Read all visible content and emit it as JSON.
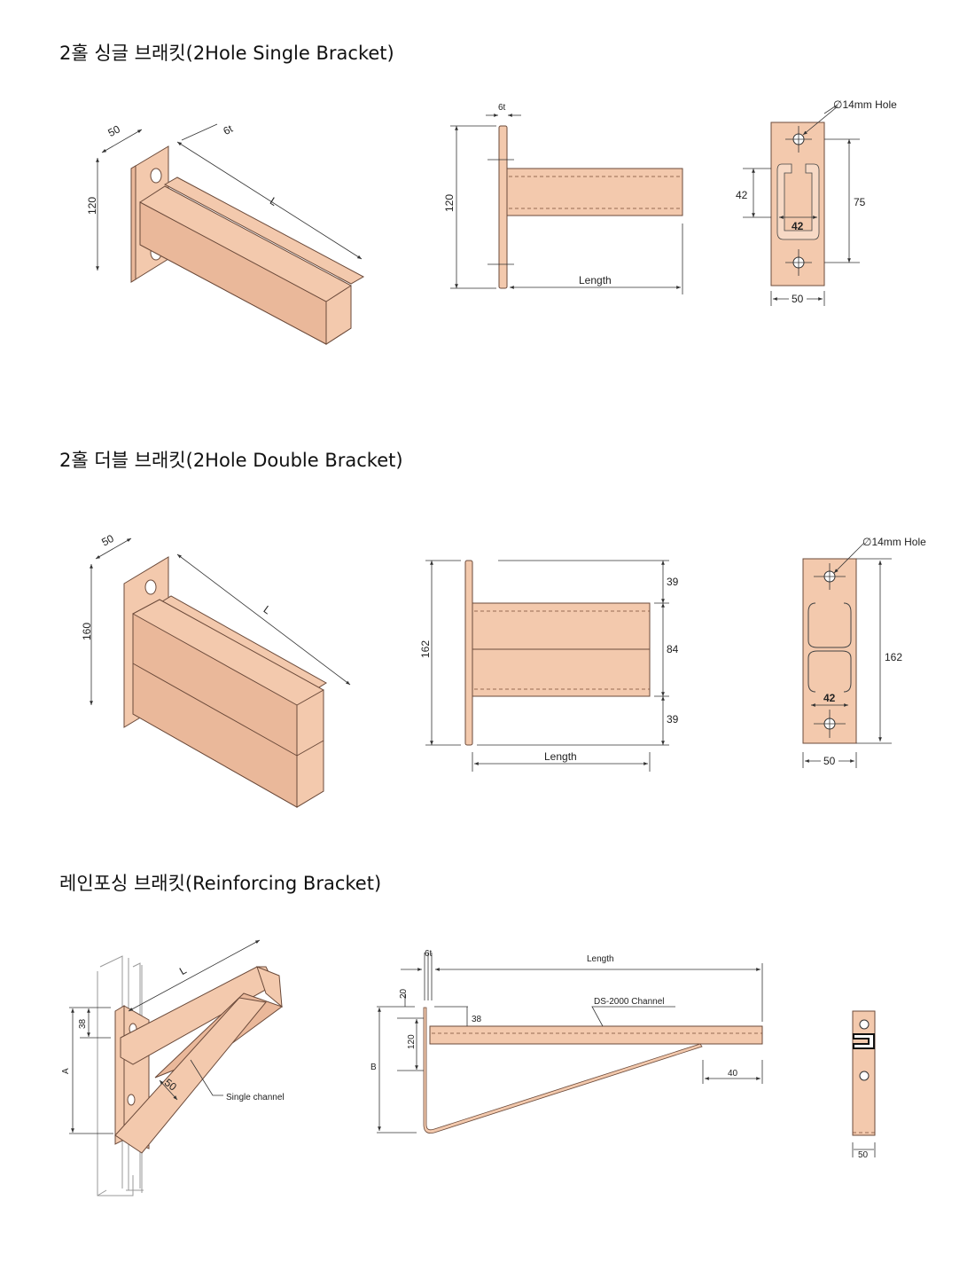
{
  "sections": [
    {
      "title": "2홀 싱글 브래킷(2Hole Single Bracket)",
      "iso": {
        "width": "50",
        "thickness": "6t",
        "height": "120",
        "length": "L"
      },
      "side": {
        "thickness": "6t",
        "height": "120",
        "length": "Length"
      },
      "front": {
        "hole": "∅14mm Hole",
        "slot_height": "42",
        "slot_width": "42",
        "hole_spacing": "75",
        "width": "50"
      }
    },
    {
      "title": "2홀 더블 브래킷(2Hole Double Bracket)",
      "iso": {
        "width": "50",
        "height": "160",
        "length": "L"
      },
      "side": {
        "height": "162",
        "top": "39",
        "middle": "84",
        "bottom": "39",
        "length": "Length"
      },
      "front": {
        "hole": "∅14mm Hole",
        "height": "162",
        "slot_width": "42",
        "width": "50"
      }
    },
    {
      "title": "레인포싱 브래킷(Reinforcing Bracket)",
      "iso": {
        "length": "L",
        "offset": "38",
        "height": "A",
        "channel_width": "50",
        "callout": "Single channel"
      },
      "side": {
        "thickness": "6t",
        "length": "Length",
        "top": "20",
        "offset": "38",
        "channel": "DS-2000 Channel",
        "height": "120",
        "total": "B",
        "end": "40"
      },
      "front": {
        "width": "50"
      }
    }
  ],
  "colors": {
    "steel": "#f3c9ad",
    "outline": "#6b4a3a"
  }
}
